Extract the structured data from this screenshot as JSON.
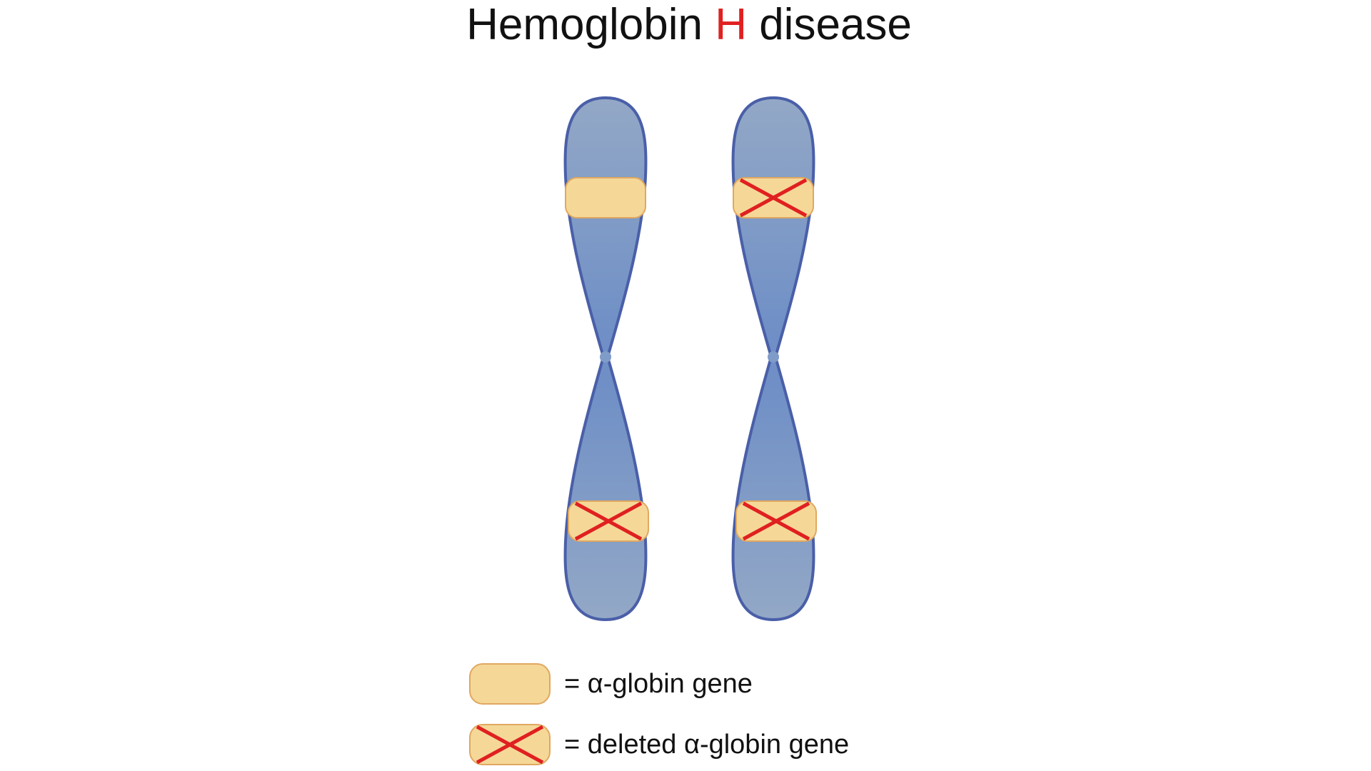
{
  "title": {
    "before": "Hemoglobin ",
    "highlight": "H",
    "after": " disease"
  },
  "colors": {
    "chromosome_fill": "#7f9bc8",
    "chromosome_stroke": "#4a5fa8",
    "gene_fill": "#f5d898",
    "gene_stroke": "#e0a860",
    "deletion_cross": "#e02020",
    "title_highlight": "#e02020",
    "text": "#111111"
  },
  "chromosomes": [
    {
      "name": "chromosome-left",
      "genes": [
        {
          "position": "upper",
          "deleted": false
        },
        {
          "position": "lower",
          "deleted": true
        }
      ]
    },
    {
      "name": "chromosome-right",
      "genes": [
        {
          "position": "upper",
          "deleted": true
        },
        {
          "position": "lower",
          "deleted": true
        }
      ]
    }
  ],
  "legend": {
    "normal_label": "= α-globin gene",
    "deleted_label": "= deleted α-globin gene"
  }
}
